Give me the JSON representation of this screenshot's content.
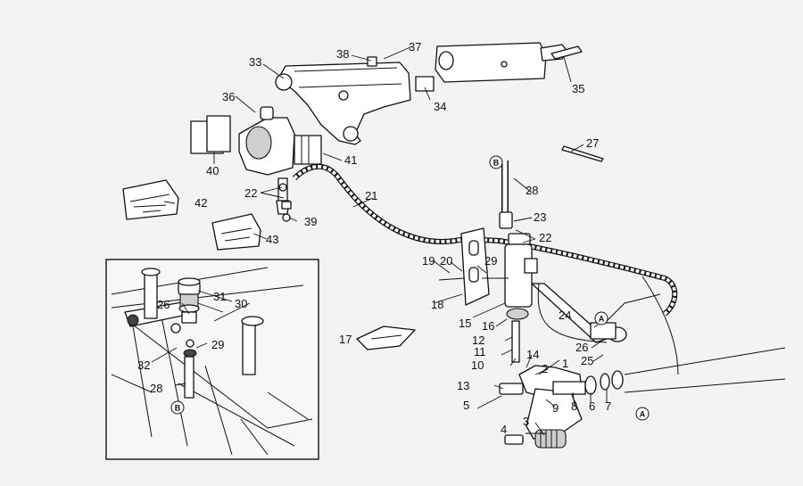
{
  "callouts": [
    "1",
    "2",
    "3",
    "4",
    "5",
    "6",
    "7",
    "8",
    "9",
    "10",
    "11",
    "12",
    "13",
    "14",
    "15",
    "16",
    "17",
    "18",
    "19",
    "20",
    "21",
    "22",
    "22",
    "23",
    "24",
    "25",
    "26",
    "26",
    "27",
    "28",
    "28",
    "29",
    "29",
    "30",
    "31",
    "32",
    "33",
    "34",
    "35",
    "36",
    "37",
    "38",
    "39",
    "40",
    "41",
    "42",
    "43"
  ],
  "circle_refs": [
    "A",
    "A",
    "B",
    "B"
  ]
}
